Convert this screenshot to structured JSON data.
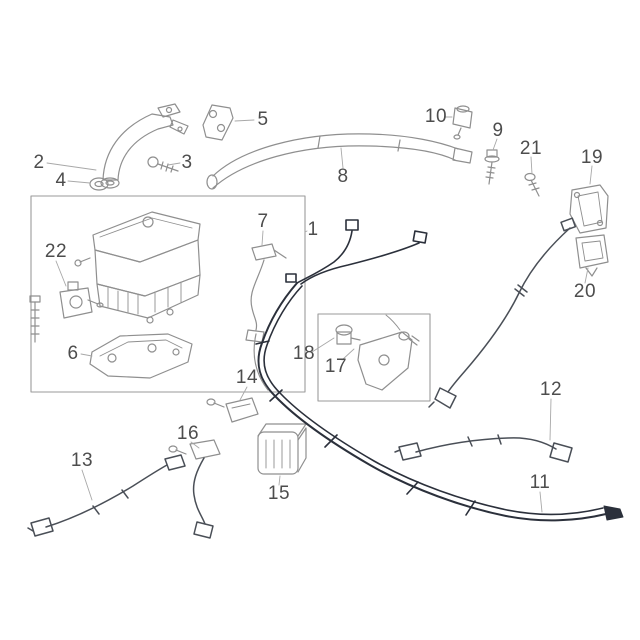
{
  "figure": {
    "kind": "exploded-parts-diagram",
    "background": "#ffffff"
  },
  "colors": {
    "part_line": "#8f8f8f",
    "harness_line": "#2b303b",
    "sensor_wire": "#4a4f57",
    "label_text": "#4d4d4d",
    "group_box": "#9a9a9a"
  },
  "callouts": [
    {
      "label": "1"
    },
    {
      "label": "2"
    },
    {
      "label": "3"
    },
    {
      "label": "4"
    },
    {
      "label": "5"
    },
    {
      "label": "6"
    },
    {
      "label": "7"
    },
    {
      "label": "8"
    },
    {
      "label": "9"
    },
    {
      "label": "10"
    },
    {
      "label": "11"
    },
    {
      "label": "12"
    },
    {
      "label": "13"
    },
    {
      "label": "14"
    },
    {
      "label": "15"
    },
    {
      "label": "16"
    },
    {
      "label": "17"
    },
    {
      "label": "18"
    },
    {
      "label": "19"
    },
    {
      "label": "20"
    },
    {
      "label": "21"
    },
    {
      "label": "22"
    }
  ]
}
